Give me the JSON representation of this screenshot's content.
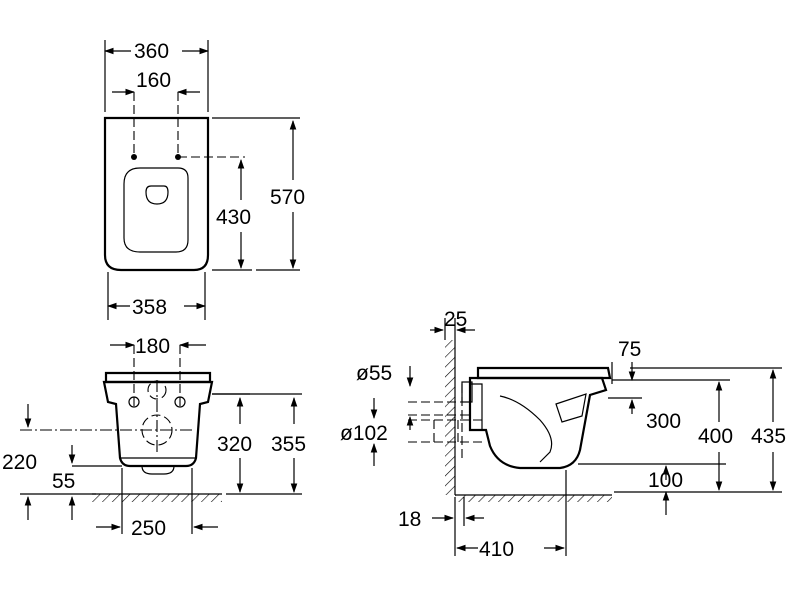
{
  "top_view": {
    "width_outer": "360",
    "hole_spacing": "160",
    "depth_to_hole": "430",
    "length_total": "570",
    "width_base": "358"
  },
  "front_view": {
    "hole_spacing": "180",
    "inlet_height": "220",
    "outlet_height": "55",
    "rim_height_inner": "320",
    "rim_height_outer": "355",
    "base_width": "250"
  },
  "side_view": {
    "wall_thickness": "25",
    "outlet_diameter": "ø55",
    "inlet_diameter": "ø102",
    "rim_offset": "75",
    "height_300": "300",
    "height_400": "400",
    "height_435": "435",
    "height_100": "100",
    "floor_gap": "18",
    "projection": "410"
  }
}
